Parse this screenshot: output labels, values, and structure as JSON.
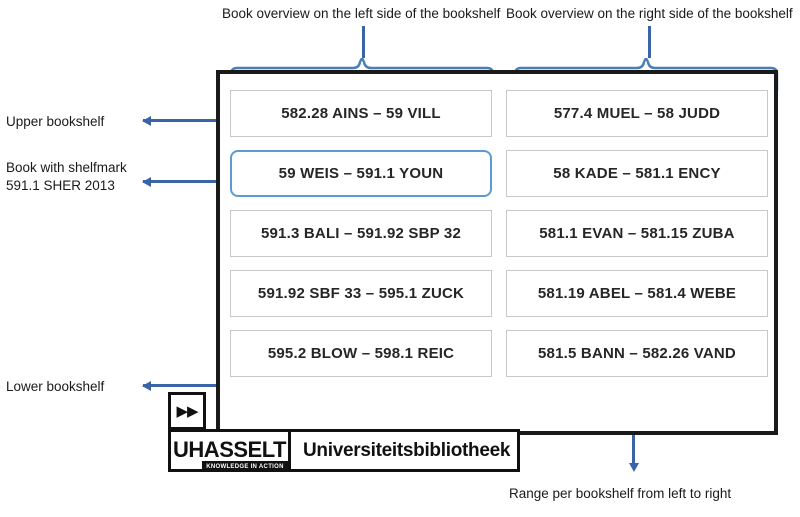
{
  "annotations": {
    "top_left": "Book overview on the left side of the bookshelf",
    "top_right": "Book overview on the right side of the bookshelf",
    "upper_shelf": "Upper bookshelf",
    "book_shelfmark": "Book with shelfmark\n591.1 SHER 2013",
    "lower_shelf": "Lower bookshelf",
    "bottom_right": "Range per bookshelf from left to right"
  },
  "colors": {
    "annotation_blue": "#3A64A8",
    "brace_blue": "#4A7EBB",
    "highlight_blue": "#5B9BD5",
    "frame_black": "#1a1a1a",
    "shelf_border": "#c8c8c8",
    "text_dark": "#262626"
  },
  "bookshelf": {
    "left_column": [
      {
        "label": "582.28 AINS – 59 VILL",
        "highlighted": false
      },
      {
        "label": "59 WEIS – 591.1 YOUN",
        "highlighted": true
      },
      {
        "label": "591.3 BALI – 591.92 SBP 32",
        "highlighted": false
      },
      {
        "label": "591.92 SBF 33 – 595.1 ZUCK",
        "highlighted": false
      },
      {
        "label": "595.2 BLOW – 598.1 REIC",
        "highlighted": false
      }
    ],
    "right_column": [
      {
        "label": "577.4 MUEL – 58 JUDD",
        "highlighted": false
      },
      {
        "label": "58 KADE – 581.1 ENCY",
        "highlighted": false
      },
      {
        "label": "581.1 EVAN – 581.15 ZUBA",
        "highlighted": false
      },
      {
        "label": "581.19 ABEL – 581.4 WEBE",
        "highlighted": false
      },
      {
        "label": "581.5 BANN – 582.26 VAND",
        "highlighted": false
      }
    ]
  },
  "logo": {
    "arrows": "▶▶",
    "name": "UHASSELT",
    "tagline": "KNOWLEDGE IN ACTION",
    "library": "Universiteitsbibliotheek"
  }
}
